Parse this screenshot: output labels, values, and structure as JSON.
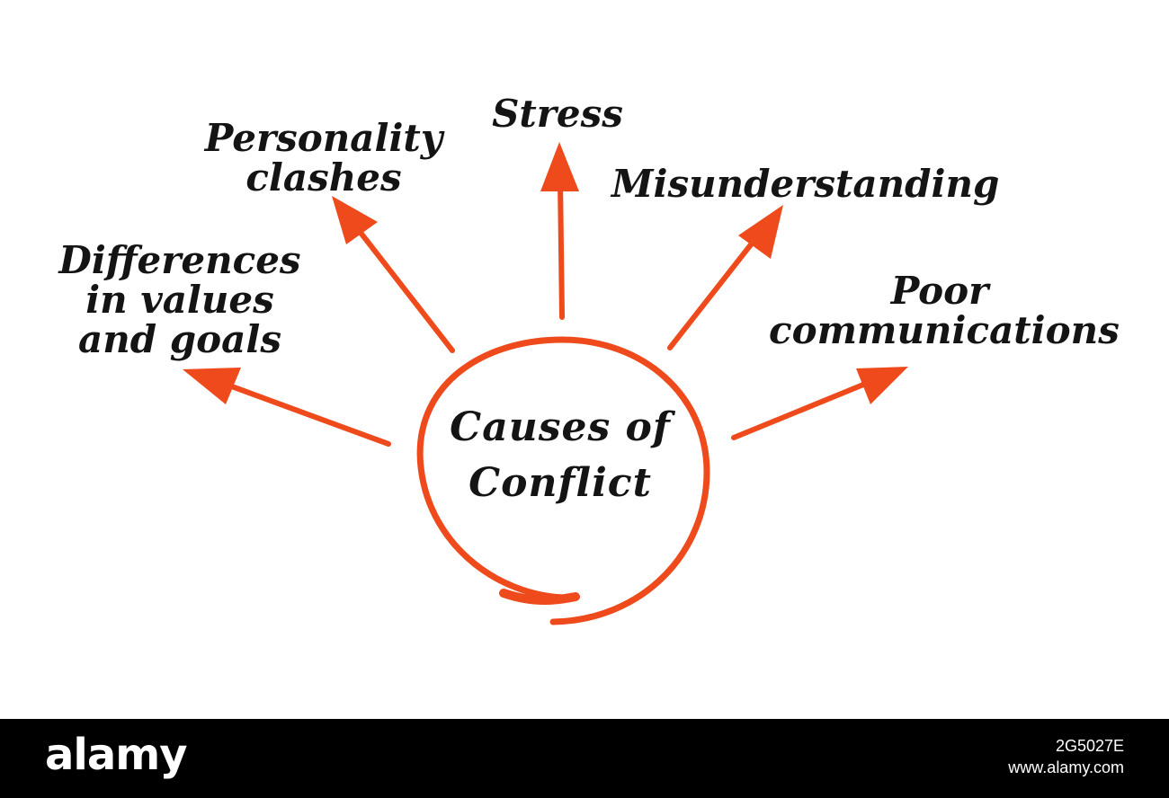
{
  "center": {
    "line1": "Causes of",
    "line2": "Conflict"
  },
  "causes": [
    {
      "id": "differences",
      "lines": [
        "Differences",
        "in values",
        "and goals"
      ]
    },
    {
      "id": "personality",
      "lines": [
        "Personality",
        "clashes"
      ]
    },
    {
      "id": "stress",
      "lines": [
        "Stress"
      ]
    },
    {
      "id": "misunderstanding",
      "lines": [
        "Misunderstanding"
      ]
    },
    {
      "id": "poor-communications",
      "lines": [
        "Poor",
        "communications"
      ]
    }
  ],
  "colors": {
    "accent": "#ee4a1c",
    "text": "#141414",
    "footer_bg": "#000000",
    "footer_text": "#ffffff"
  },
  "footer": {
    "brand": "alamy",
    "image_id": "2G5027E",
    "site": "www.alamy.com"
  }
}
